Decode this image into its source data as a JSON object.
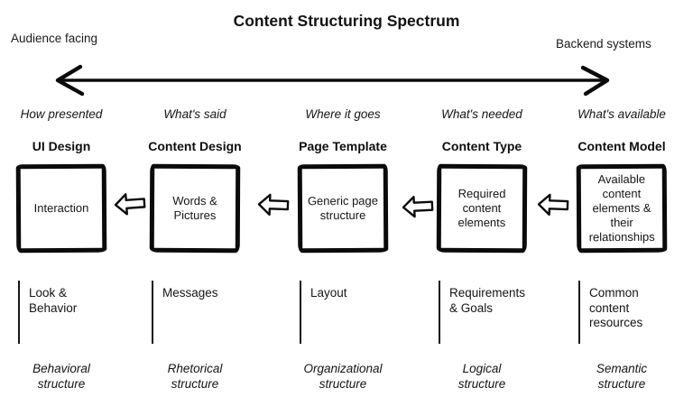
{
  "title": "Content Structuring Spectrum",
  "axis": {
    "left_label": "Audience facing",
    "right_label": "Backend systems"
  },
  "icons": {
    "spectrum_arrow": "double-headed-horizontal-arrow",
    "flow_arrow": "hollow-left-block-arrow"
  },
  "columns": [
    {
      "question": "How presented",
      "discipline": "UI Design",
      "box_text": "Interaction",
      "deliverable": "Look & Behavior",
      "structure": "Behavioral structure"
    },
    {
      "question": "What's said",
      "discipline": "Content Design",
      "box_text": "Words & Pictures",
      "deliverable": "Messages",
      "structure": "Rhetorical structure"
    },
    {
      "question": "Where it goes",
      "discipline": "Page Template",
      "box_text": "Generic page structure",
      "deliverable": "Layout",
      "structure": "Organizational structure"
    },
    {
      "question": "What's needed",
      "discipline": "Content Type",
      "box_text": "Required content elements",
      "deliverable": "Requirements & Goals",
      "structure": "Logical structure"
    },
    {
      "question": "What's available",
      "discipline": "Content Model",
      "box_text": "Available content elements & their relationships",
      "deliverable": "Common content resources",
      "structure": "Semantic structure"
    }
  ]
}
